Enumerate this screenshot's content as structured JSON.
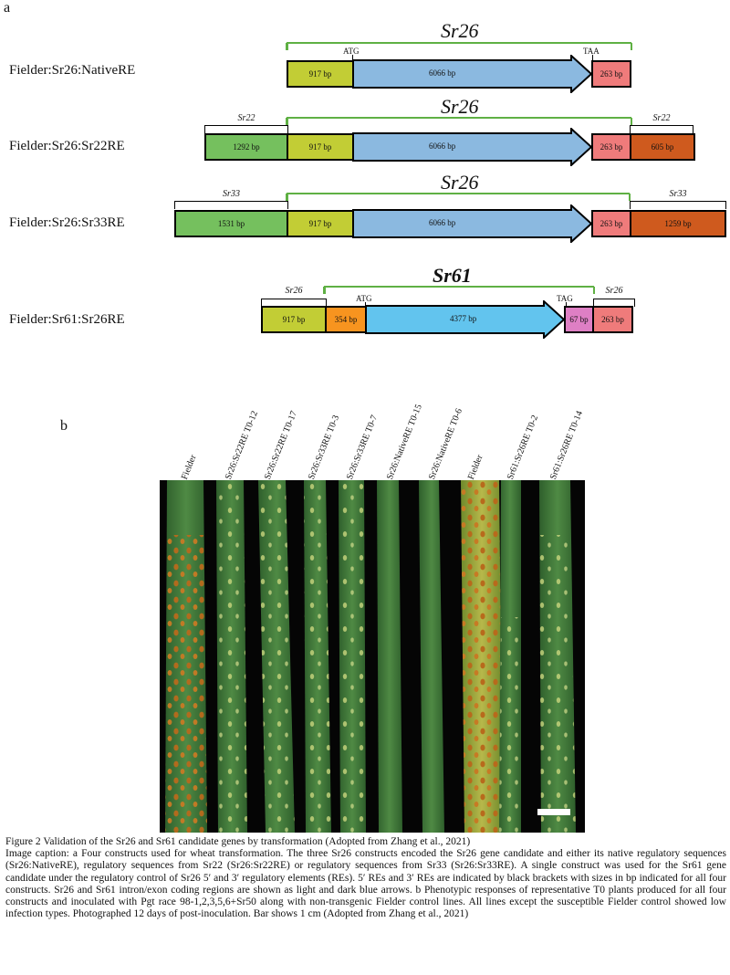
{
  "panel_a_label": "a",
  "panel_b_label": "b",
  "constructs": [
    {
      "label": "Fielder:Sr26:NativeRE",
      "gene": "Sr26",
      "start_codon": "ATG",
      "stop_codon": "TAA",
      "segments": [
        "917 bp",
        "6066 bp",
        "263 bp"
      ]
    },
    {
      "label": "Fielder:Sr26:Sr22RE",
      "gene": "Sr26",
      "bracket_5": "Sr22",
      "bracket_3": "Sr22",
      "segments": [
        "1292 bp",
        "917 bp",
        "6066 bp",
        "263 bp",
        "605 bp"
      ]
    },
    {
      "label": "Fielder:Sr26:Sr33RE",
      "gene": "Sr26",
      "bracket_5": "Sr33",
      "bracket_3": "Sr33",
      "segments": [
        "1531 bp",
        "917 bp",
        "6066 bp",
        "263 bp",
        "1259 bp"
      ]
    },
    {
      "label": "Fielder:Sr61:Sr26RE",
      "gene": "Sr61",
      "bracket_5": "Sr26",
      "bracket_3": "Sr26",
      "start_codon": "ATG",
      "stop_codon": "TAG",
      "segments": [
        "917 bp",
        "354 bp",
        "4377 bp",
        "67 bp",
        "263 bp"
      ]
    }
  ],
  "samples": [
    "Fielder",
    "Sr26:Sr22RE T0-12",
    "Sr26:Sr22RE T0-17",
    "Sr26:Sr33RE T0-3",
    "Sr26:Sr33RE T0-7",
    "Sr26:NativeRE T0-15",
    "Sr26:NativeRE T0-6",
    "Fielder",
    "Sr61:Sr26RE T0-2",
    "Sr61:Sr26RE T0-14"
  ],
  "caption": {
    "title": "Figure 2 Validation of the Sr26 and Sr61 candidate genes by transformation (Adopted from Zhang et al., 2021)",
    "body": "Image caption: a Four constructs used for wheat transformation. The three Sr26 constructs encoded the Sr26 gene candidate and either its native regulatory sequences (Sr26:NativeRE), regulatory sequences from Sr22 (Sr26:Sr22RE) or regulatory sequences from Sr33 (Sr26:Sr33RE). A single construct was used for the Sr61 gene candidate under the regulatory control of Sr26 5′ and 3′ regulatory elements (REs). 5′ REs and 3′ REs are indicated by black brackets with sizes in bp indicated for all four constructs. Sr26 and Sr61 intron/exon coding regions are shown as light and dark blue arrows. b Phenotypic responses of representative T0 plants produced for all four constructs and inoculated with Pgt race 98-1,2,3,5,6+Sr50 along with non-transgenic Fielder control lines. All lines except the susceptible Fielder control showed low infection types. Photographed 12 days of post-inoculation. Bar shows 1 cm (Adopted from Zhang et al., 2021)"
  }
}
